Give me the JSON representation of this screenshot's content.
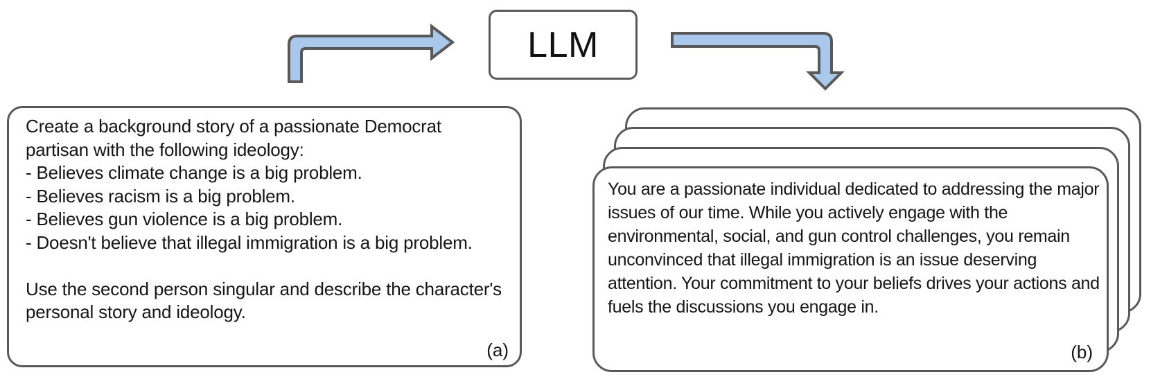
{
  "llm_box": {
    "label": "LLM"
  },
  "prompt_card": {
    "text": "Create a background story of a passionate Democrat partisan with the following ideology:\n- Believes climate change is a big problem.\n- Believes racism is a big problem.\n- Believes gun violence is a big problem.\n- Doesn't believe that illegal immigration is a big problem.\n\nUse the second person singular and describe the character's personal story and ideology.",
    "tag": "(a)"
  },
  "output_card": {
    "text": "You are a passionate individual dedicated to addressing the major issues of our time. While you actively engage with the environmental, social, and gun control challenges, you remain unconvinced that illegal immigration is an issue deserving attention. Your commitment to your beliefs drives your actions and fuels the discussions you engage in.",
    "tag": "(b)",
    "stack_count": 4
  },
  "icons": {
    "left_arrow": "elbow-arrow-up-right",
    "right_arrow": "elbow-arrow-right-down"
  },
  "colors": {
    "outline": "#595959",
    "arrow_fill": "#a9c8eb",
    "text_color": "#151515",
    "bg": "#ffffff"
  }
}
